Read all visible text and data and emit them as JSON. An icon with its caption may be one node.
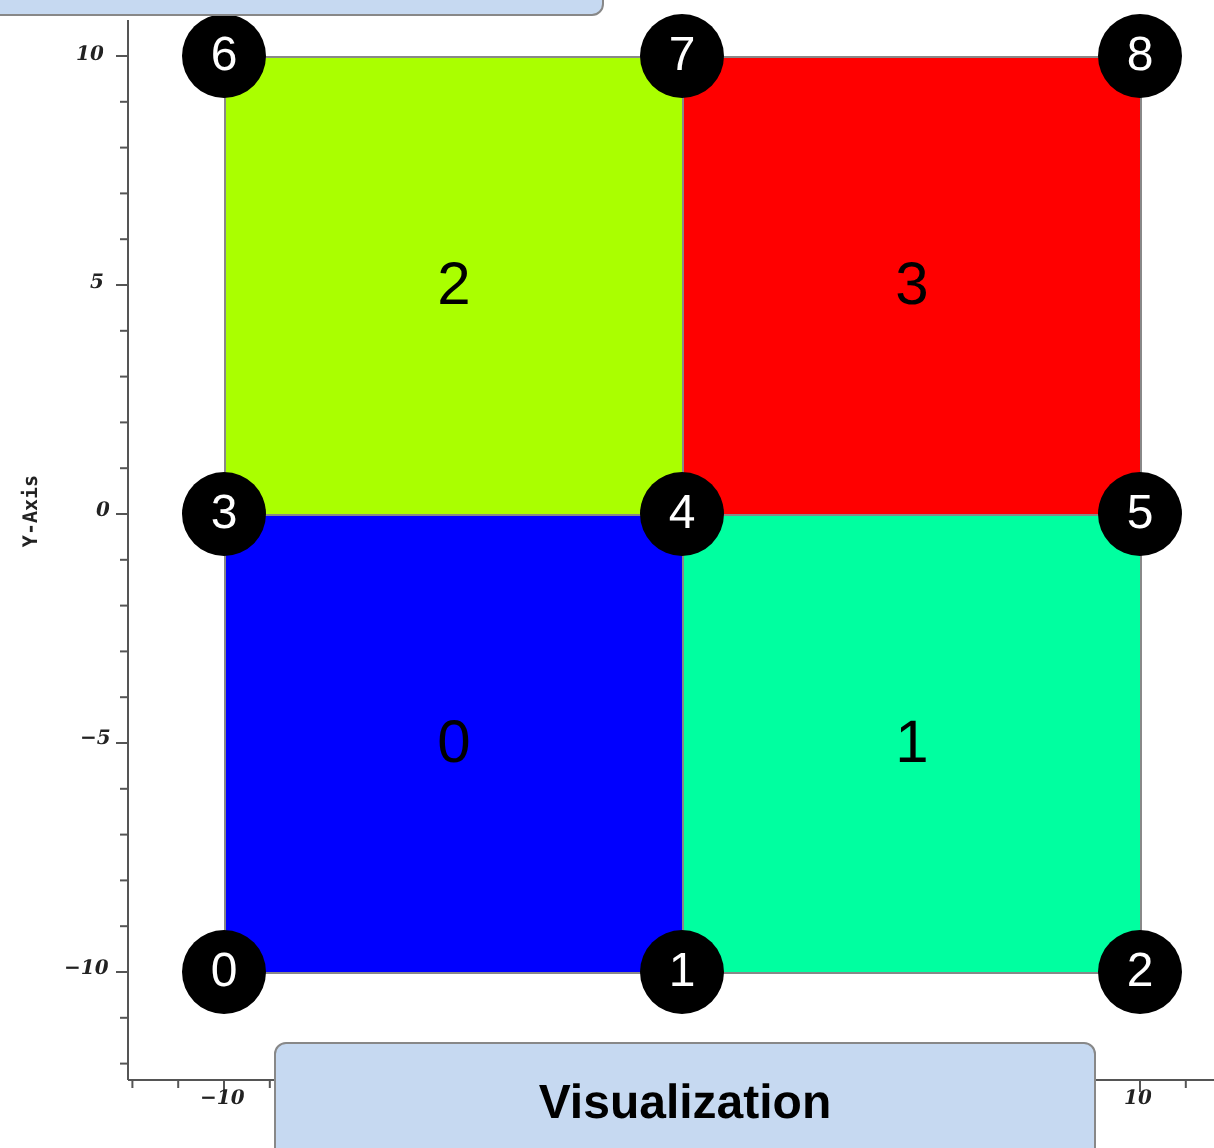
{
  "diagram": {
    "nodes": [
      {
        "text": [],
        "shape": "box"
      },
      {
        "text": [
          "6"
        ]
      },
      {
        "text": [
          "7"
        ]
      },
      {
        "text": [
          "8"
        ]
      },
      {
        "text": [
          "2"
        ]
      },
      {
        "text": [
          "3"
        ]
      },
      {
        "text": [
          "3"
        ]
      },
      {
        "text": [
          "4"
        ]
      },
      {
        "text": [
          "5"
        ]
      },
      {
        "text": [
          "0"
        ]
      },
      {
        "text": [
          "1"
        ]
      },
      {
        "text": [
          "0"
        ]
      },
      {
        "text": [
          "1"
        ]
      },
      {
        "text": [
          "2"
        ]
      },
      {
        "text": [
          "Visualization"
        ]
      }
    ],
    "edges": [],
    "labels": [
      "10",
      "5",
      "Y-Axis",
      "0",
      "−5",
      "−10",
      "−10",
      "10"
    ]
  }
}
